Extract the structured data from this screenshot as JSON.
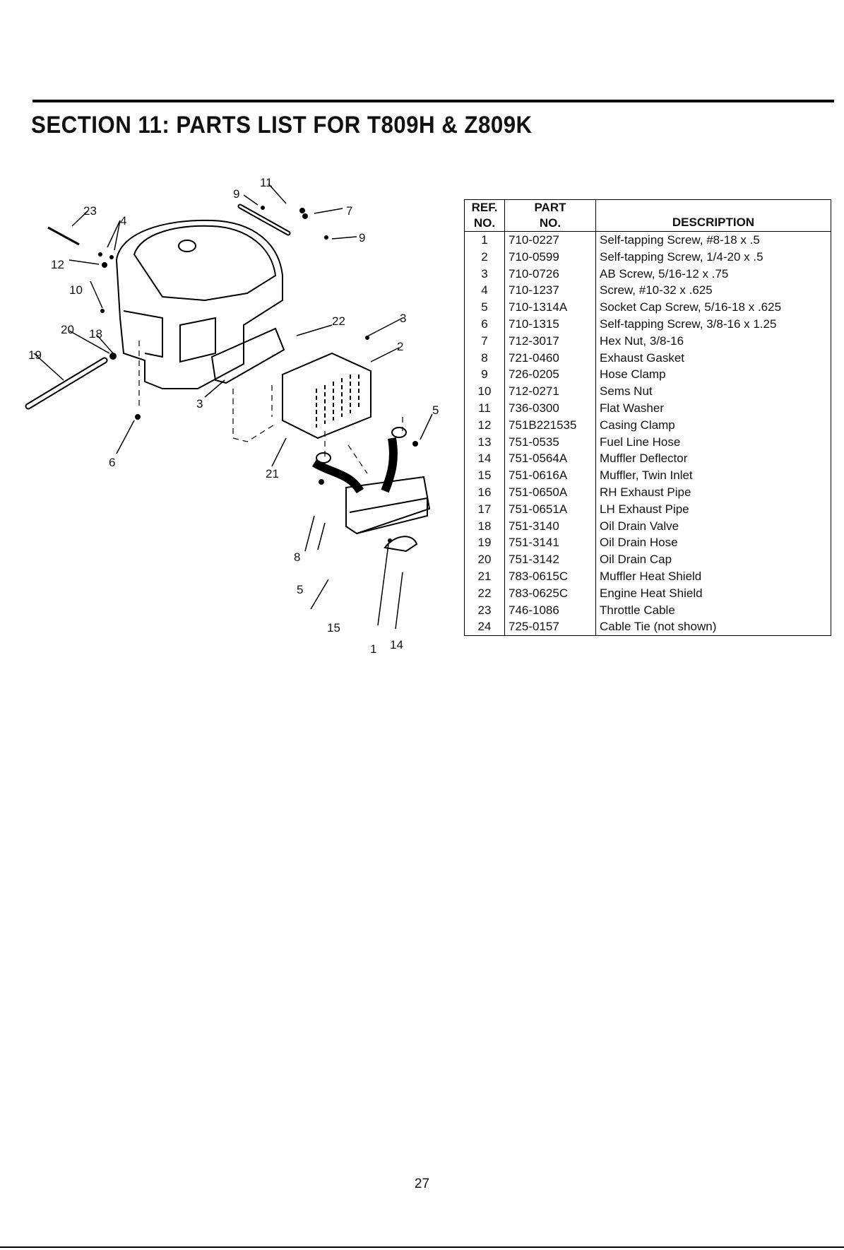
{
  "header": {
    "title": "SECTION 11:  PARTS LIST FOR T809H & Z809K"
  },
  "diagram": {
    "callouts": [
      "11",
      "9",
      "7",
      "9",
      "23",
      "4",
      "12",
      "10",
      "22",
      "3",
      "2",
      "20",
      "18",
      "19",
      "3",
      "5",
      "6",
      "21",
      "8",
      "5",
      "15",
      "1",
      "14"
    ]
  },
  "table": {
    "headers": {
      "ref": [
        "REF.",
        "NO."
      ],
      "part": [
        "PART",
        "NO."
      ],
      "description": "DESCRIPTION"
    },
    "rows": [
      {
        "ref": "1",
        "part": "710-0227",
        "desc": "Self-tapping Screw, #8-18 x .5"
      },
      {
        "ref": "2",
        "part": "710-0599",
        "desc": "Self-tapping Screw, 1/4-20 x .5"
      },
      {
        "ref": "3",
        "part": "710-0726",
        "desc": "AB Screw, 5/16-12 x .75"
      },
      {
        "ref": "4",
        "part": "710-1237",
        "desc": "Screw, #10-32 x .625"
      },
      {
        "ref": "5",
        "part": "710-1314A",
        "desc": "Socket Cap Screw, 5/16-18 x .625"
      },
      {
        "ref": "6",
        "part": "710-1315",
        "desc": "Self-tapping Screw, 3/8-16 x 1.25"
      },
      {
        "ref": "7",
        "part": "712-3017",
        "desc": "Hex Nut, 3/8-16"
      },
      {
        "ref": "8",
        "part": "721-0460",
        "desc": "Exhaust Gasket"
      },
      {
        "ref": "9",
        "part": "726-0205",
        "desc": "Hose Clamp"
      },
      {
        "ref": "10",
        "part": "712-0271",
        "desc": "Sems Nut"
      },
      {
        "ref": "11",
        "part": "736-0300",
        "desc": "Flat Washer"
      },
      {
        "ref": "12",
        "part": "751B221535",
        "desc": "Casing Clamp"
      },
      {
        "ref": "13",
        "part": "751-0535",
        "desc": "Fuel Line Hose"
      },
      {
        "ref": "14",
        "part": "751-0564A",
        "desc": "Muffler Deflector"
      },
      {
        "ref": "15",
        "part": "751-0616A",
        "desc": "Muffler, Twin Inlet"
      },
      {
        "ref": "16",
        "part": "751-0650A",
        "desc": "RH Exhaust Pipe"
      },
      {
        "ref": "17",
        "part": "751-0651A",
        "desc": "LH Exhaust Pipe"
      },
      {
        "ref": "18",
        "part": "751-3140",
        "desc": "Oil Drain Valve"
      },
      {
        "ref": "19",
        "part": "751-3141",
        "desc": "Oil Drain Hose"
      },
      {
        "ref": "20",
        "part": "751-3142",
        "desc": "Oil Drain Cap"
      },
      {
        "ref": "21",
        "part": "783-0615C",
        "desc": "Muffler Heat Shield"
      },
      {
        "ref": "22",
        "part": "783-0625C",
        "desc": "Engine Heat Shield"
      },
      {
        "ref": "23",
        "part": "746-1086",
        "desc": "Throttle Cable"
      },
      {
        "ref": "24",
        "part": "725-0157",
        "desc": "Cable Tie (not shown)"
      }
    ]
  },
  "footer": {
    "page_number": "27"
  }
}
